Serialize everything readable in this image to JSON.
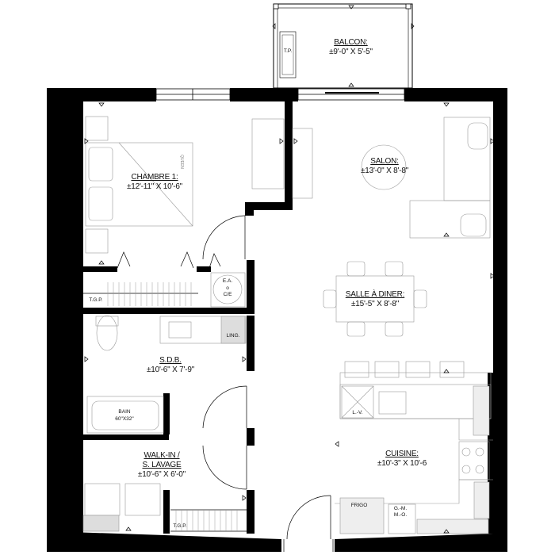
{
  "rooms": {
    "balcon": {
      "name": "BALCON:",
      "dims": "±9'-0\" X 5'-5\""
    },
    "chambre": {
      "name": "CHAMBRE 1:",
      "dims": "±12'-11\" X 10'-6\""
    },
    "salon": {
      "name": "SALON:",
      "dims": "±13'-0\" X 8'-8\""
    },
    "salle": {
      "name": "SALLE À DINER:",
      "dims": "±15'-5\" X 8'-8\""
    },
    "sdb": {
      "name": "S.D.B.",
      "dims": "±10'-6\" X 7'-9\""
    },
    "walkin": {
      "name": "WALK-IN /",
      "name2": "S. LAVAGE",
      "dims": "±10'-6\" X 6'-0''"
    },
    "cuisine": {
      "name": "CUISINE:",
      "dims": "±10'-3\" X 10'-6"
    }
  },
  "fixtures": {
    "tp_balcon": "T.P.",
    "tgp_chambre": "T.G.P.",
    "tgp_walkin": "T.G.P.",
    "ling": "LING.",
    "ea": "E.A.",
    "ea_o": "o",
    "ea_ce": "C/E",
    "bain": "BAIN",
    "bain_size": "60\"X32\"",
    "lv": "L.-V.",
    "frigo": "FRIGO",
    "gm": "G.-M.",
    "mo": "M.-O.",
    "queen": "QUEEN"
  }
}
